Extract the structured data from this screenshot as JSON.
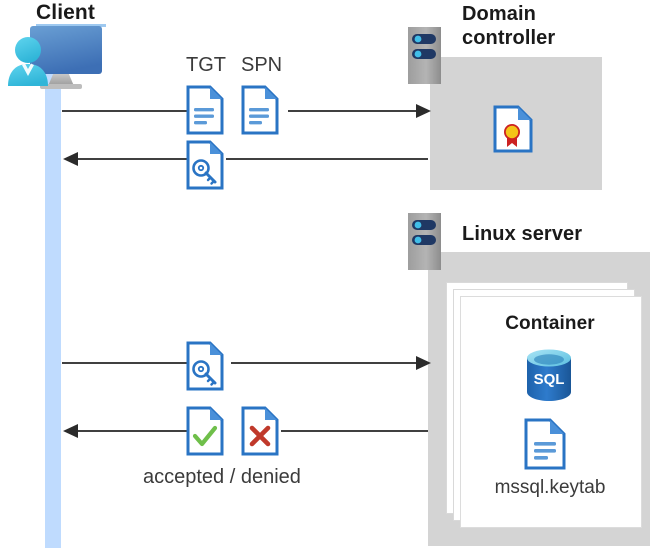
{
  "diagram": {
    "type": "kerberos-authentication-flow",
    "actors": {
      "client": {
        "label": "Client",
        "icon": "client-user-monitor-icon"
      },
      "domain_controller": {
        "label_line1": "Domain",
        "label_line2": "controller",
        "icon": "server-rack-icon"
      },
      "linux_server": {
        "label": "Linux server",
        "icon": "server-rack-icon"
      }
    },
    "domain_controller_contents": [
      {
        "icon": "certificate-document-icon",
        "label": ""
      }
    ],
    "linux_server_contents": {
      "container": {
        "title": "Container",
        "items": [
          {
            "icon": "sql-database-icon",
            "label": "SQL"
          },
          {
            "icon": "keytab-document-icon",
            "label": "mssql.keytab"
          }
        ]
      }
    },
    "flows": [
      {
        "id": "flow-1",
        "direction": "right",
        "from": "client",
        "to": "domain_controller",
        "payload_labels": [
          "TGT",
          "SPN"
        ],
        "payload_icons": [
          "document-lines-icon",
          "document-lines-icon"
        ]
      },
      {
        "id": "flow-2",
        "direction": "left",
        "from": "domain_controller",
        "to": "client",
        "payload_labels": [],
        "payload_icons": [
          "ticket-key-document-icon"
        ]
      },
      {
        "id": "flow-3",
        "direction": "right",
        "from": "client",
        "to": "linux_server",
        "payload_labels": [],
        "payload_icons": [
          "ticket-key-document-icon"
        ]
      },
      {
        "id": "flow-4",
        "direction": "left",
        "from": "linux_server",
        "to": "client",
        "payload_labels": [
          "accepted / denied"
        ],
        "payload_icons": [
          "document-check-icon",
          "document-cross-icon"
        ]
      }
    ],
    "caption": "accepted / denied",
    "colors": {
      "lifeline": "#bfdbfe",
      "zone_gray": "#d4d4d4",
      "connector": "#404040",
      "doc_blue": "#2a74c4",
      "doc_fold_blue": "#4a90d9",
      "accent_cyan": "#41bee8",
      "monitor_blue": "#4a7fc1",
      "sql_blue": "#2a6fbb",
      "check_green": "#6fbf4a",
      "cross_red": "#c0392b",
      "seal_yellow": "#f5c518",
      "seal_red": "#cc2222",
      "server_navy": "#1f3864",
      "server_gray": "#a6a6a6",
      "text_dark": "#1a1a1a",
      "text_gray": "#3b3b3b"
    }
  }
}
